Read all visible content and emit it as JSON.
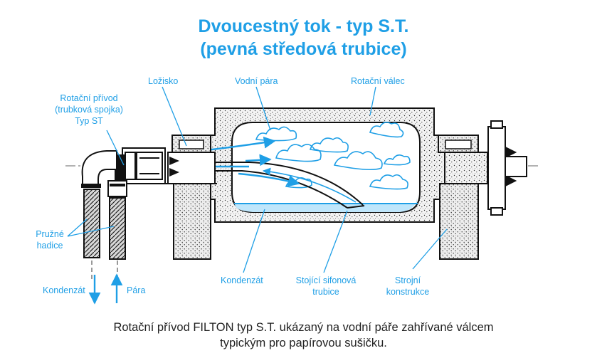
{
  "title": {
    "line1": "Dvoucestný tok - typ S.T.",
    "line2": "(pevná středová trubice)"
  },
  "labels": {
    "bearing": "Ložisko",
    "steam": "Vodní pára",
    "rotating_cylinder": "Rotační válec",
    "rotary_joint_1": "Rotační přívod",
    "rotary_joint_2": "(trubková spojka)",
    "rotary_joint_3": "Typ ST",
    "hoses_1": "Pružné",
    "hoses_2": "hadice",
    "condensate_out": "Kondenzát",
    "steam_in": "Pára",
    "condensate": "Kondenzát",
    "siphon_1": "Stojící sifonová",
    "siphon_2": "trubice",
    "frame_1": "Strojní",
    "frame_2": "konstrukce"
  },
  "caption": {
    "line1": "Rotační přívod FILTON typ S.T. ukázaný na vodní páře zahřívané válcem",
    "line2": "typickým pro papírovou sušičku."
  },
  "colors": {
    "accent": "#1f9fe6",
    "line": "#111111",
    "text": "#222222"
  }
}
